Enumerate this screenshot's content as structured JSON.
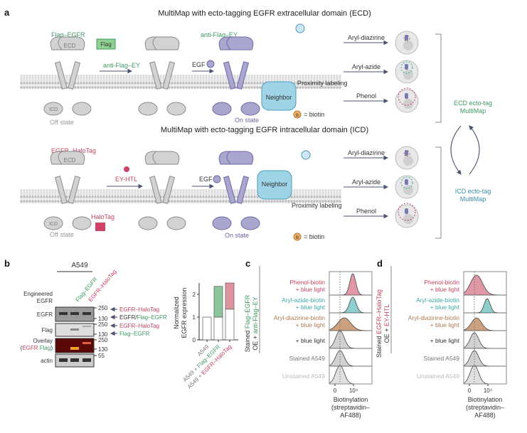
{
  "panel_a": {
    "label": "a",
    "top": {
      "title": "MultiMap with ecto-tagging EGFR extracellular domain (ECD)",
      "construct": "Flag–EGFR",
      "tag": "Flag",
      "reagent": "anti-Flag–EY",
      "reagent_label2": "anti-Flag–EY",
      "ecd": "ECD",
      "icd": "ICD",
      "egf": "EGF",
      "neighbor": "Neighbor",
      "proximity": "Proximity labeling",
      "biotin_legend": "= biotin",
      "off_state": "Off state",
      "on_state": "On state"
    },
    "bottom": {
      "title": "MultiMap with ecto-tagging EGFR intracellular domain (ICD)",
      "construct": "EGFR–HaloTag",
      "tag": "HaloTag",
      "reagent": "EY-HTL",
      "ecd": "ECD",
      "icd": "ICD",
      "egf": "EGF",
      "neighbor": "Neighbor",
      "proximity": "Proximity labeling",
      "biotin_legend": "= biotin",
      "off_state": "Off state",
      "on_state": "On state"
    },
    "probes": [
      "Aryl-diazirine",
      "Aryl-azide",
      "Phenol"
    ],
    "probe_colors": [
      "#b07a55",
      "#3aa9a5",
      "#c9455f"
    ],
    "ecd_result": "ECD ecto-tag MultiMap",
    "icd_result": "ICD ecto-tag MultiMap",
    "biotin_symbol": "B"
  },
  "panel_b": {
    "label": "b",
    "cell_line": "A549",
    "lanes": [
      "Flag–EGFR",
      "EGFR–HaloTag"
    ],
    "row_title": "Engineered EGFR",
    "rows": [
      "EGFR",
      "Flag",
      "Overlay",
      "actin"
    ],
    "overlay_sub": {
      "open": "(",
      "egfr": "EGFR",
      "flag": "Flag",
      "close": ")"
    },
    "markers": [
      "250",
      "130",
      "250",
      "130",
      "250",
      "130",
      "55"
    ],
    "annotations": {
      "egfr_halotag": "EGFR–HaloTag",
      "egfr_flag_prefix": "EGFR/",
      "flag_egfr": "Flag–EGFR"
    }
  },
  "chart_data": {
    "type": "bar",
    "stacked": true,
    "ylabel": "Normalized EGFR expression",
    "ylim": [
      0,
      2.5
    ],
    "yticks": [
      "0",
      "1",
      "2"
    ],
    "categories": [
      "A549",
      "A549 + Flag–EGFR",
      "A549 + EGFR–HaloTag"
    ],
    "category_parts": [
      [
        "A549",
        "",
        ""
      ],
      [
        "A549 + ",
        "Flag–EGFR",
        ""
      ],
      [
        "A549 + ",
        "EGFR–HaloTag",
        ""
      ]
    ],
    "series": [
      {
        "values": [
          1.0,
          1.0,
          1.35
        ],
        "color": "#ffffff"
      },
      {
        "values": [
          0,
          1.35,
          1.15
        ],
        "colors": [
          "#ffffff",
          "#8dc59a",
          "#e0949e"
        ]
      }
    ]
  },
  "panel_c": {
    "label": "c",
    "ylabel_parts": [
      "Stained ",
      "Flag–EGFR",
      "OE + ",
      "anti-Flag–EY"
    ],
    "rows": [
      "Phenol-biotin + blue light",
      "Aryl-azide-biotin + blue light",
      "Aryl-diazirine-biotin + blue light",
      "+ blue light",
      "Stained A549",
      "Unstained A549"
    ],
    "xticks": [
      "0",
      "10⁴"
    ],
    "xlabel": [
      "Biotinylation",
      "(streptavidin–",
      "AF488)"
    ]
  },
  "panel_d": {
    "label": "d",
    "ylabel_parts": [
      "Stained ",
      "EGFR–HaloTag",
      "OE + ",
      "EY-HTL"
    ],
    "rows": [
      "Phenol-biotin + blue light",
      "Aryl-azide-biotin + blue light",
      "Aryl-diazirine-biotin + blue light",
      "+ blue light",
      "Stained A549",
      "Unstained A549"
    ],
    "xticks": [
      "0",
      "10⁴"
    ],
    "xlabel": [
      "Biotinylation",
      "(streptavidin–",
      "AF488)"
    ]
  },
  "colors": {
    "green": "#3f9b63",
    "pink": "#c9455f",
    "purple": "#7c77b5",
    "teal": "#3aa9a5",
    "brown": "#b07a55"
  }
}
